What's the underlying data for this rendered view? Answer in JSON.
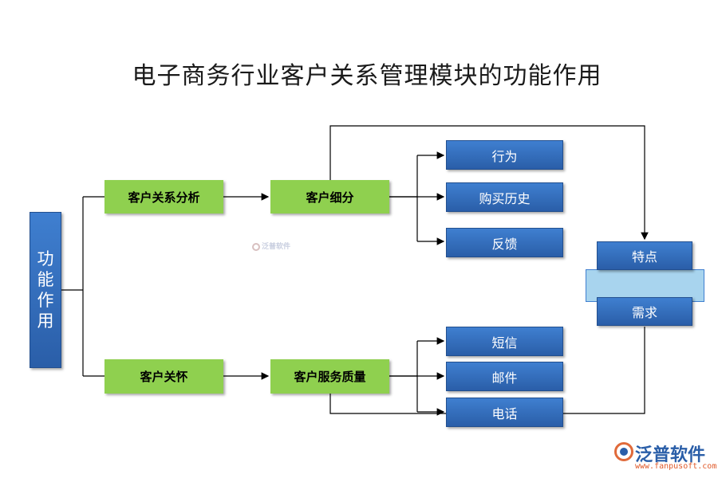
{
  "title": "电子商务行业客户关系管理模块的功能作用",
  "root": {
    "chars": [
      "功",
      "能",
      "作",
      "用"
    ]
  },
  "level1": {
    "analysis": "客户关系分析",
    "care": "客户关怀"
  },
  "level2": {
    "segment": "客户细分",
    "service": "客户服务质量"
  },
  "segment_items": [
    "行为",
    "购买历史",
    "反馈"
  ],
  "service_items": [
    "短信",
    "邮件",
    "电话"
  ],
  "right": {
    "features": "特点",
    "needs": "需求"
  },
  "watermark": {
    "small": "泛普软件",
    "brand": "泛普软件",
    "url": "www.fanpusoft.com"
  },
  "colors": {
    "green": "#8fd04f",
    "blue": "#2a5ea8",
    "band": "#a8d4ee"
  }
}
